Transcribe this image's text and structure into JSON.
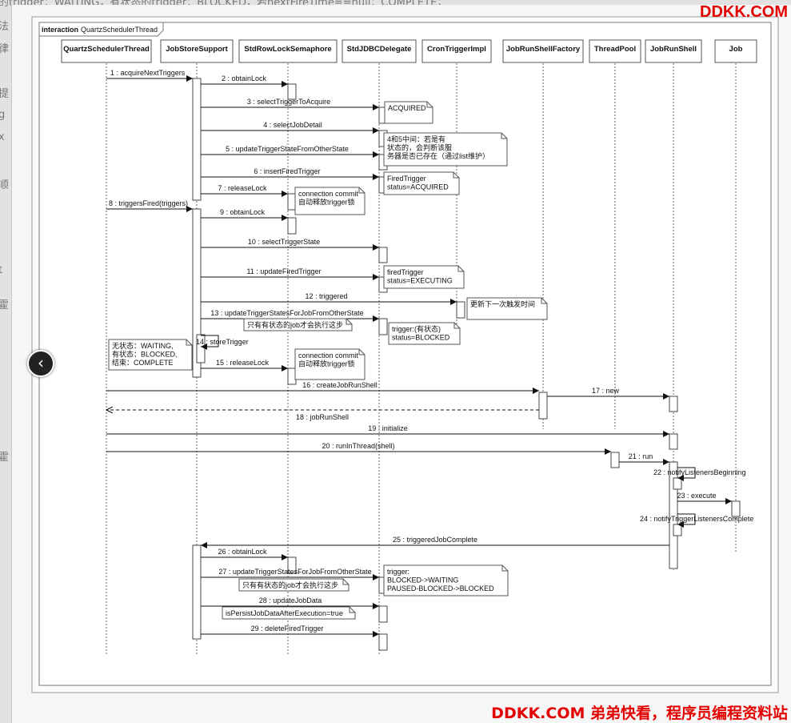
{
  "background_text": [
    "的trigger：WAITING，有状态的trigger：BLOCKED，若nextFireTime==null：COMPLETE；",
    "法",
    "律",
    "提",
    "g",
    "x",
    "顺",
    "t",
    "霍",
    "霍"
  ],
  "viewer": {
    "prev_button": "‹"
  },
  "watermarks": {
    "top": "DDKK.COM",
    "bottom": "DDKK.COM 弟弟快看，程序员编程资料站"
  },
  "chart_data": {
    "type": "sequence",
    "frame_label": {
      "keyword": "interaction",
      "name": "QuartzSchedulerThread"
    },
    "participants": [
      "QuartzSchedulerThread",
      "JobStoreSupport",
      "StdRowLockSemaphore",
      "StdJDBCDelegate",
      "CronTriggerImpl",
      "JobRunShellFactory",
      "ThreadPool",
      "JobRunShell",
      "Job"
    ],
    "messages": [
      {
        "label": "1 : acquireNextTriggers",
        "from": "QuartzSchedulerThread",
        "to": "JobStoreSupport"
      },
      {
        "label": "2 : obtainLock",
        "from": "JobStoreSupport",
        "to": "StdRowLockSemaphore"
      },
      {
        "label": "3 : selectTriggerToAcquire",
        "from": "JobStoreSupport",
        "to": "StdJDBCDelegate"
      },
      {
        "label": "4 : selectJobDetail",
        "from": "JobStoreSupport",
        "to": "StdJDBCDelegate"
      },
      {
        "label": "5 : updateTriggerStateFromOtherState",
        "from": "JobStoreSupport",
        "to": "StdJDBCDelegate"
      },
      {
        "label": "6 : insertFiredTrigger",
        "from": "JobStoreSupport",
        "to": "StdJDBCDelegate"
      },
      {
        "label": "7 : releaseLock",
        "from": "JobStoreSupport",
        "to": "StdRowLockSemaphore"
      },
      {
        "label": "8 : triggersFired(triggers)",
        "from": "QuartzSchedulerThread",
        "to": "JobStoreSupport"
      },
      {
        "label": "9 : obtainLock",
        "from": "JobStoreSupport",
        "to": "StdRowLockSemaphore"
      },
      {
        "label": "10 : selectTriggerState",
        "from": "JobStoreSupport",
        "to": "StdJDBCDelegate"
      },
      {
        "label": "11 : updateFiredTrigger",
        "from": "JobStoreSupport",
        "to": "StdJDBCDelegate"
      },
      {
        "label": "12 : triggered",
        "from": "JobStoreSupport",
        "to": "CronTriggerImpl"
      },
      {
        "label": "13 : updateTriggerStatesForJobFromOtherState",
        "from": "JobStoreSupport",
        "to": "StdJDBCDelegate"
      },
      {
        "label": "14 : storeTrigger",
        "from": "JobStoreSupport",
        "to": "JobStoreSupport"
      },
      {
        "label": "15 : releaseLock",
        "from": "JobStoreSupport",
        "to": "StdRowLockSemaphore"
      },
      {
        "label": "16 : createJobRunShell",
        "from": "QuartzSchedulerThread",
        "to": "JobRunShellFactory"
      },
      {
        "label": "17 : new",
        "from": "JobRunShellFactory",
        "to": "JobRunShell"
      },
      {
        "label": "18 : jobRunShell",
        "from": "JobRunShellFactory",
        "to": "QuartzSchedulerThread",
        "kind": "return"
      },
      {
        "label": "19 : initialize",
        "from": "QuartzSchedulerThread",
        "to": "JobRunShell"
      },
      {
        "label": "20 : runInThread(shell)",
        "from": "QuartzSchedulerThread",
        "to": "ThreadPool"
      },
      {
        "label": "21 : run",
        "from": "ThreadPool",
        "to": "JobRunShell"
      },
      {
        "label": "22 : notifyListenersBeginning",
        "from": "JobRunShell",
        "to": "JobRunShell"
      },
      {
        "label": "23 : execute",
        "from": "JobRunShell",
        "to": "Job"
      },
      {
        "label": "24 : notifyTriggerListenersComplete",
        "from": "JobRunShell",
        "to": "JobRunShell"
      },
      {
        "label": "25 : triggeredJobComplete",
        "from": "JobRunShell",
        "to": "JobStoreSupport"
      },
      {
        "label": "26 : obtainLock",
        "from": "JobStoreSupport",
        "to": "StdRowLockSemaphore"
      },
      {
        "label": "27 : updateTriggerStatesForJobFromOtherState",
        "from": "JobStoreSupport",
        "to": "StdJDBCDelegate"
      },
      {
        "label": "28 : updateJobData",
        "from": "JobStoreSupport",
        "to": "StdJDBCDelegate"
      },
      {
        "label": "29 : deleteFiredTrigger",
        "from": "JobStoreSupport",
        "to": "StdJDBCDelegate"
      }
    ],
    "notes": [
      {
        "lines": [
          "ACQUIRED"
        ]
      },
      {
        "lines": [
          "4和5中间：若是有",
          "状态的，会判断该服",
          "务器是否已存在（通过list维护）"
        ]
      },
      {
        "lines": [
          "FiredTrigger",
          "status=ACQUIRED"
        ]
      },
      {
        "lines": [
          "connection commit",
          "自动释放trigger锁"
        ]
      },
      {
        "lines": [
          "firedTrigger",
          "status=EXECUTING"
        ]
      },
      {
        "lines": [
          "更新下一次触发时间"
        ]
      },
      {
        "lines": [
          "只有有状态的job才会执行这步"
        ]
      },
      {
        "lines": [
          "trigger:(有状态)",
          "status=BLOCKED"
        ]
      },
      {
        "lines": [
          "无状态：WAITING,",
          "有状态：BLOCKED,",
          "结束：COMPLETE"
        ]
      },
      {
        "lines": [
          "connection commit",
          "自动释放trigger锁"
        ]
      },
      {
        "lines": [
          "trigger:",
          "BLOCKED->WAITING",
          "PAUSED-BLOCKED->BLOCKED"
        ]
      },
      {
        "lines": [
          "只有有状态的job才会执行这步"
        ]
      },
      {
        "lines": [
          "isPersistJobDataAfterExecution=true"
        ]
      }
    ]
  }
}
